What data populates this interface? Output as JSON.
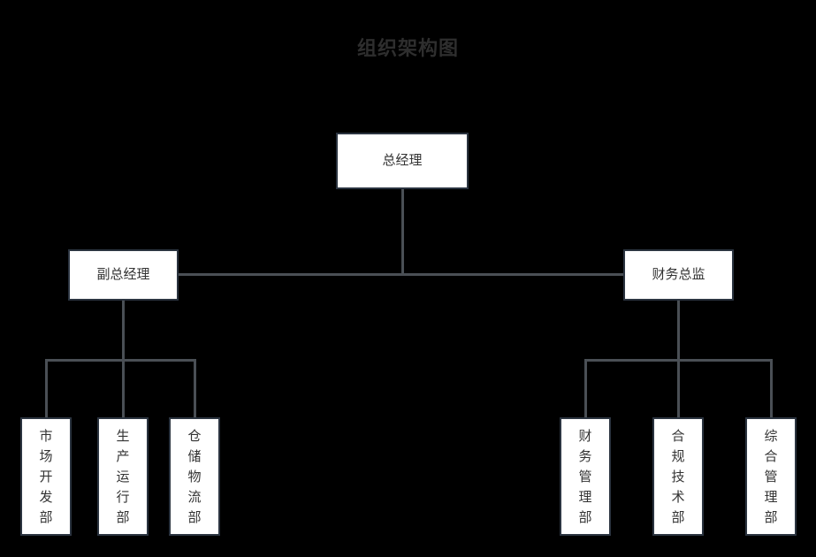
{
  "chart": {
    "title": "组织架构图",
    "type": "org-chart",
    "background_color": "#000000",
    "node_fill_color": "#ffffff",
    "node_border_color": "#2b3440",
    "node_text_color": "#333333",
    "connector_color": "#4a4f55",
    "title_color": "#2e2e2e"
  },
  "nodes": {
    "root": {
      "label": "总经理",
      "level": 1
    },
    "level2": [
      {
        "label": "副总经理",
        "side": "left"
      },
      {
        "label": "财务总监",
        "side": "right"
      }
    ],
    "left_departments": [
      {
        "label": "市场开发部"
      },
      {
        "label": "生产运行部"
      },
      {
        "label": "仓储物流部"
      }
    ],
    "right_departments": [
      {
        "label": "财务管理部"
      },
      {
        "label": "合规技术部"
      },
      {
        "label": "综合管理部"
      }
    ]
  }
}
